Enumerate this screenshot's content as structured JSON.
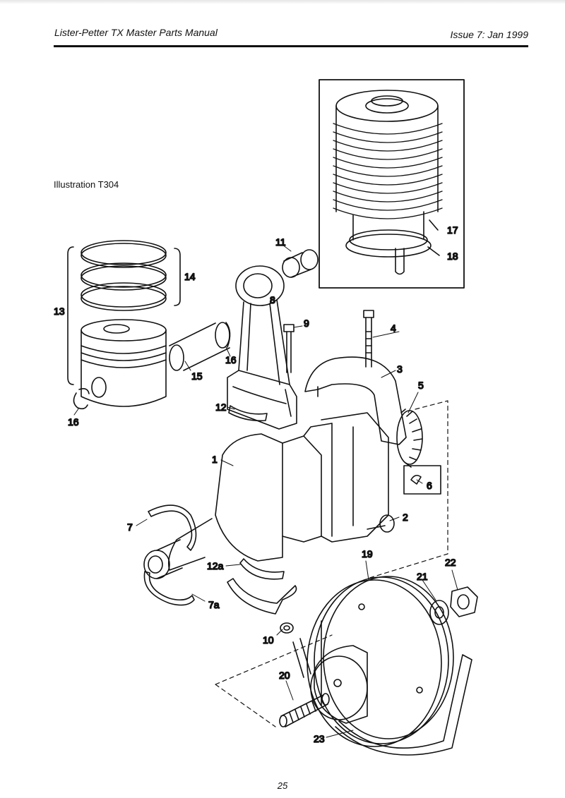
{
  "header": {
    "title": "Lister-Petter TX Master Parts Manual",
    "issue": "Issue 7: Jan 1999"
  },
  "illustration": {
    "label": "Illustration T304"
  },
  "callouts": {
    "c1": "1",
    "c2": "2",
    "c3": "3",
    "c4": "4",
    "c5": "5",
    "c6": "6",
    "c7": "7",
    "c7a": "7a",
    "c8": "8",
    "c9": "9",
    "c10": "10",
    "c11": "11",
    "c12": "12",
    "c12a": "12a",
    "c13": "13",
    "c14": "14",
    "c15": "15",
    "c16a": "16",
    "c16b": "16",
    "c17": "17",
    "c18": "18",
    "c19": "19",
    "c20": "20",
    "c21": "21",
    "c22": "22",
    "c23": "23"
  },
  "footer": {
    "page_number": "25"
  }
}
